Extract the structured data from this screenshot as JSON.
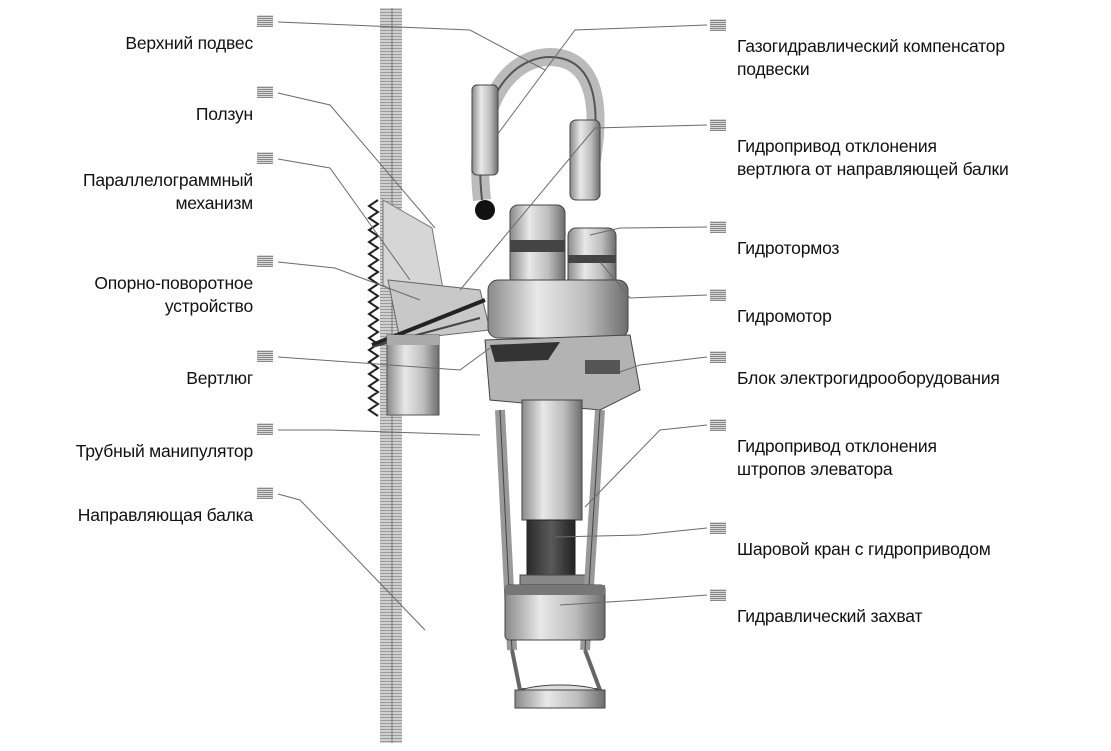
{
  "colors": {
    "text": "#111111",
    "leader": "#6b6b6b",
    "metal_light": "#e3e3e3",
    "metal_mid": "#b9b9b9",
    "metal_dark": "#4a4a4a"
  },
  "labels_left": [
    {
      "id": "upper-suspension",
      "text": "Верхний подвес"
    },
    {
      "id": "slider",
      "text": "Ползун"
    },
    {
      "id": "parallelogram",
      "text": "Параллелограммный\nмеханизм"
    },
    {
      "id": "slewing-device",
      "text": "Опорно-поворотное\nустройство"
    },
    {
      "id": "swivel",
      "text": "Вертлюг"
    },
    {
      "id": "pipe-manipulator",
      "text": "Трубный манипулятор"
    },
    {
      "id": "guide-beam",
      "text": "Направляющая балка"
    }
  ],
  "labels_right": [
    {
      "id": "gas-compensator",
      "text": "Газогидравлический компенсатор\n подвески"
    },
    {
      "id": "swivel-tilt-drive",
      "text": "Гидропривод отклонения\nвертлюга от направляющей балки"
    },
    {
      "id": "hydro-brake",
      "text": "Гидротормоз"
    },
    {
      "id": "hydro-motor",
      "text": "Гидромотор"
    },
    {
      "id": "electrohydraulic-unit",
      "text": " Блок электрогидрооборудования"
    },
    {
      "id": "link-tilt-drive",
      "text": "Гидропривод отклонения\nштропов элеватора"
    },
    {
      "id": "ball-valve",
      "text": "Шаровой кран с гидроприводом"
    },
    {
      "id": "hydraulic-grip",
      "text": "Гидравлический захват"
    }
  ]
}
